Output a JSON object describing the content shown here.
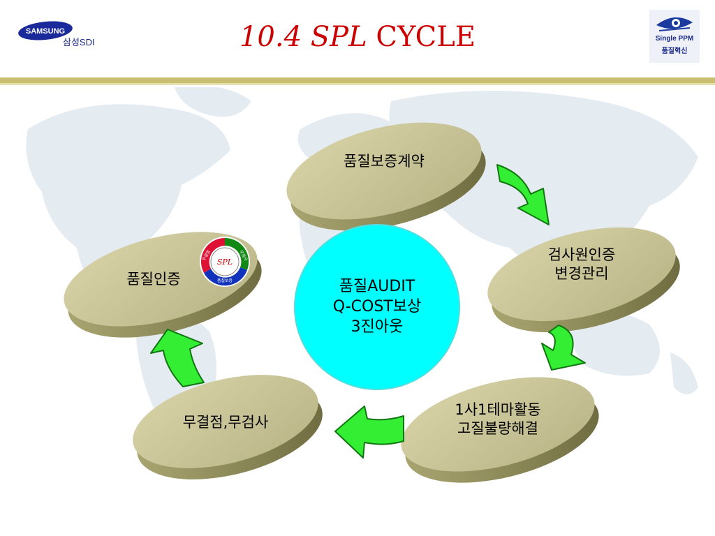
{
  "header": {
    "title_italic": "10.4 SPL",
    "title_rest": " CYCLE",
    "samsung_logo_text": "SAMSUNG",
    "samsung_sub": "삼성SDI",
    "ppm_line1": "Single PPM",
    "ppm_line2": "품질혁신"
  },
  "diagram": {
    "nodes": [
      {
        "id": "contract",
        "lines": [
          "품질보증계약"
        ]
      },
      {
        "id": "inspector",
        "lines": [
          "검사원인증",
          "변경관리"
        ]
      },
      {
        "id": "theme",
        "lines": [
          "1사1테마활동",
          "고질불량해결"
        ]
      },
      {
        "id": "zero",
        "lines": [
          "무결점,무검사"
        ]
      },
      {
        "id": "cert",
        "lines": [
          "품질인증"
        ]
      }
    ],
    "center": {
      "lines": [
        "품질AUDIT",
        "Q-COST보상",
        "3진아웃"
      ]
    },
    "mini_cycle": {
      "center": "SPL",
      "segments": [
        "무결점",
        "무검사",
        "품질보증"
      ]
    }
  },
  "colors": {
    "title": "#cc0000",
    "node_fill": "#c8c496",
    "center_fill": "#00ffff",
    "arrow": "#33ee33",
    "divider": "#c8c070"
  }
}
